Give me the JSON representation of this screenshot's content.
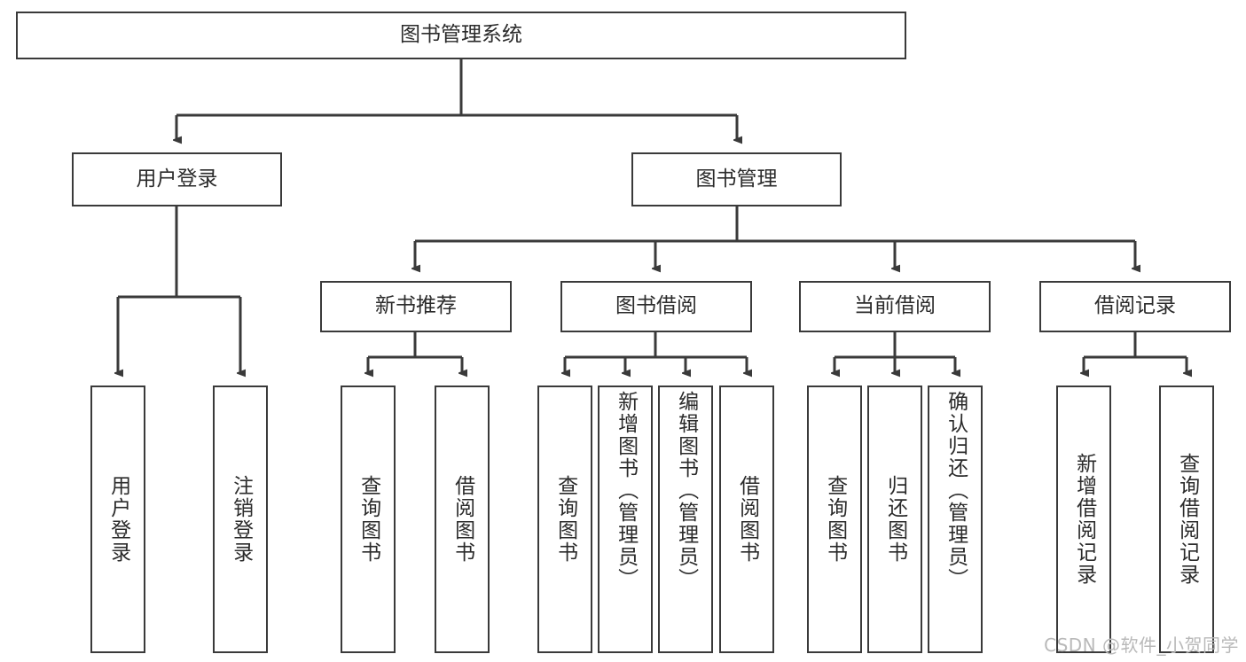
{
  "diagram": {
    "type": "tree",
    "title": "图书管理系统",
    "root": {
      "label": "图书管理系统"
    },
    "level2": [
      {
        "label": "用户登录"
      },
      {
        "label": "图书管理"
      }
    ],
    "level3": [
      {
        "label": "新书推荐"
      },
      {
        "label": "图书借阅"
      },
      {
        "label": "当前借阅"
      },
      {
        "label": "借阅记录"
      }
    ],
    "leaves": {
      "user_login": [
        {
          "label": "用户登录"
        },
        {
          "label": "注销登录"
        }
      ],
      "new_book_recommend": [
        {
          "label": "查询图书"
        },
        {
          "label": "借阅图书"
        }
      ],
      "book_borrow": [
        {
          "label": "查询图书"
        },
        {
          "label": "新增图书（管理员）"
        },
        {
          "label": "编辑图书（管理员）"
        },
        {
          "label": "借阅图书"
        }
      ],
      "current_borrow": [
        {
          "label": "查询图书"
        },
        {
          "label": "归还图书"
        },
        {
          "label": "确认归还（管理员）"
        }
      ],
      "borrow_records": [
        {
          "label": "新增借阅记录"
        },
        {
          "label": "查询借阅记录"
        }
      ]
    }
  },
  "watermark": {
    "text": "CSDN @软件_小贺同学"
  },
  "colors": {
    "stroke": "#3a3a3a",
    "box_fill": "#ffffff",
    "text": "#2b2b2b",
    "watermark": "#b9b9b9",
    "background": "#ffffff"
  }
}
